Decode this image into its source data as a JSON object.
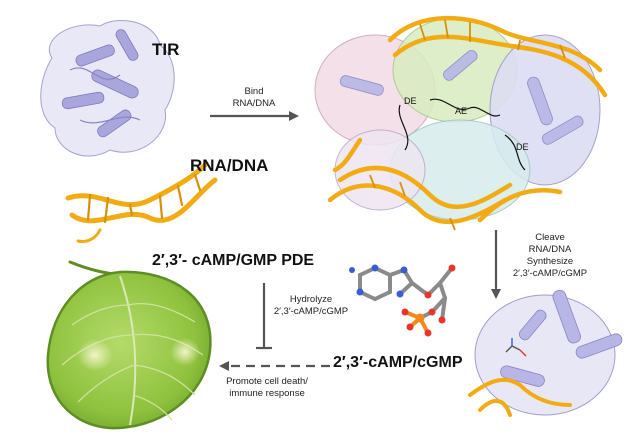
{
  "labels": {
    "tir": "TIR",
    "rna_dna": "RNA/DNA",
    "pde": "2′,3′- cAMP/GMP PDE",
    "product": "2′,3′-cAMP/cGMP",
    "de_left": "DE",
    "ae": "AE",
    "de_right": "DE"
  },
  "steps": {
    "bind": [
      "Bind",
      "RNA/DNA"
    ],
    "cleave": [
      "Cleave",
      "RNA/DNA",
      "Synthesize",
      "2′,3′-cAMP/cGMP"
    ],
    "hydrolyze": [
      "Hydrolyze",
      "2′,3′-cAMP/cGMP"
    ],
    "promote": [
      "Promote cell death/",
      "immune response"
    ]
  },
  "colors": {
    "protein": "#b8b6e6",
    "nucleic_acid": "#f2ab12",
    "leaf": "#8fc23e",
    "leaf_dark": "#5e8d24",
    "arrow": "#555555",
    "oxygen": "#e8362c",
    "phosphorus": "#f08a1c",
    "nitrogen": "#3a5cd6"
  }
}
